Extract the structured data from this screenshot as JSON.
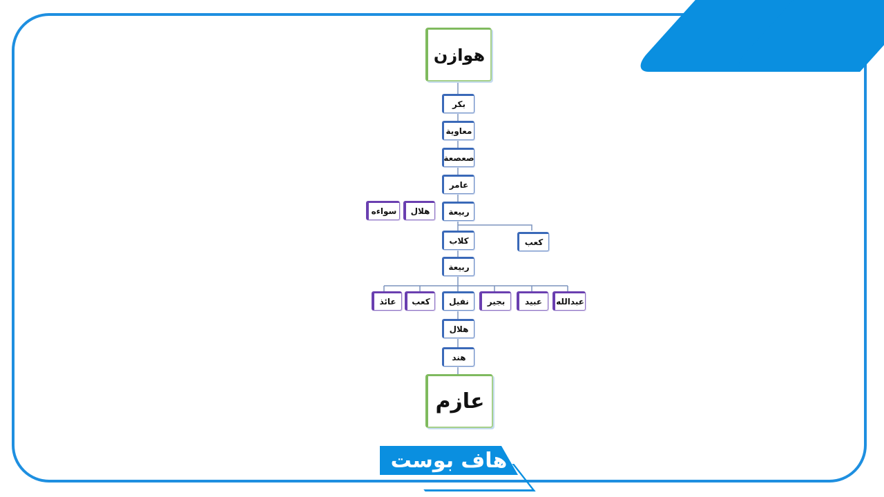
{
  "tree": {
    "top": "هوازن",
    "chain": [
      "بكر",
      "معاوية",
      "صعصعة",
      "عامر",
      "ربيعة"
    ],
    "rabia1_siblings": [
      "هلال",
      "سواءه"
    ],
    "amir_branch_right": "كعب",
    "chain2": [
      "كلاب",
      "ربيعة"
    ],
    "rabia2_children_right": [
      "بجير",
      "عبيد",
      "عبدالله"
    ],
    "rabia2_children_left": [
      "كعب",
      "عائذ"
    ],
    "nufayl": "نفيل",
    "chain3": [
      "هلال",
      "هند"
    ],
    "bottom": "عازم"
  },
  "branding": {
    "logo_text": "هاف بوست"
  },
  "colors": {
    "frame": "#1e8fe0",
    "accent": "#0a8fe0",
    "node_border": "#3a69b8",
    "sibling_border": "#6a3fb0",
    "root_border": "#7fba5e"
  }
}
